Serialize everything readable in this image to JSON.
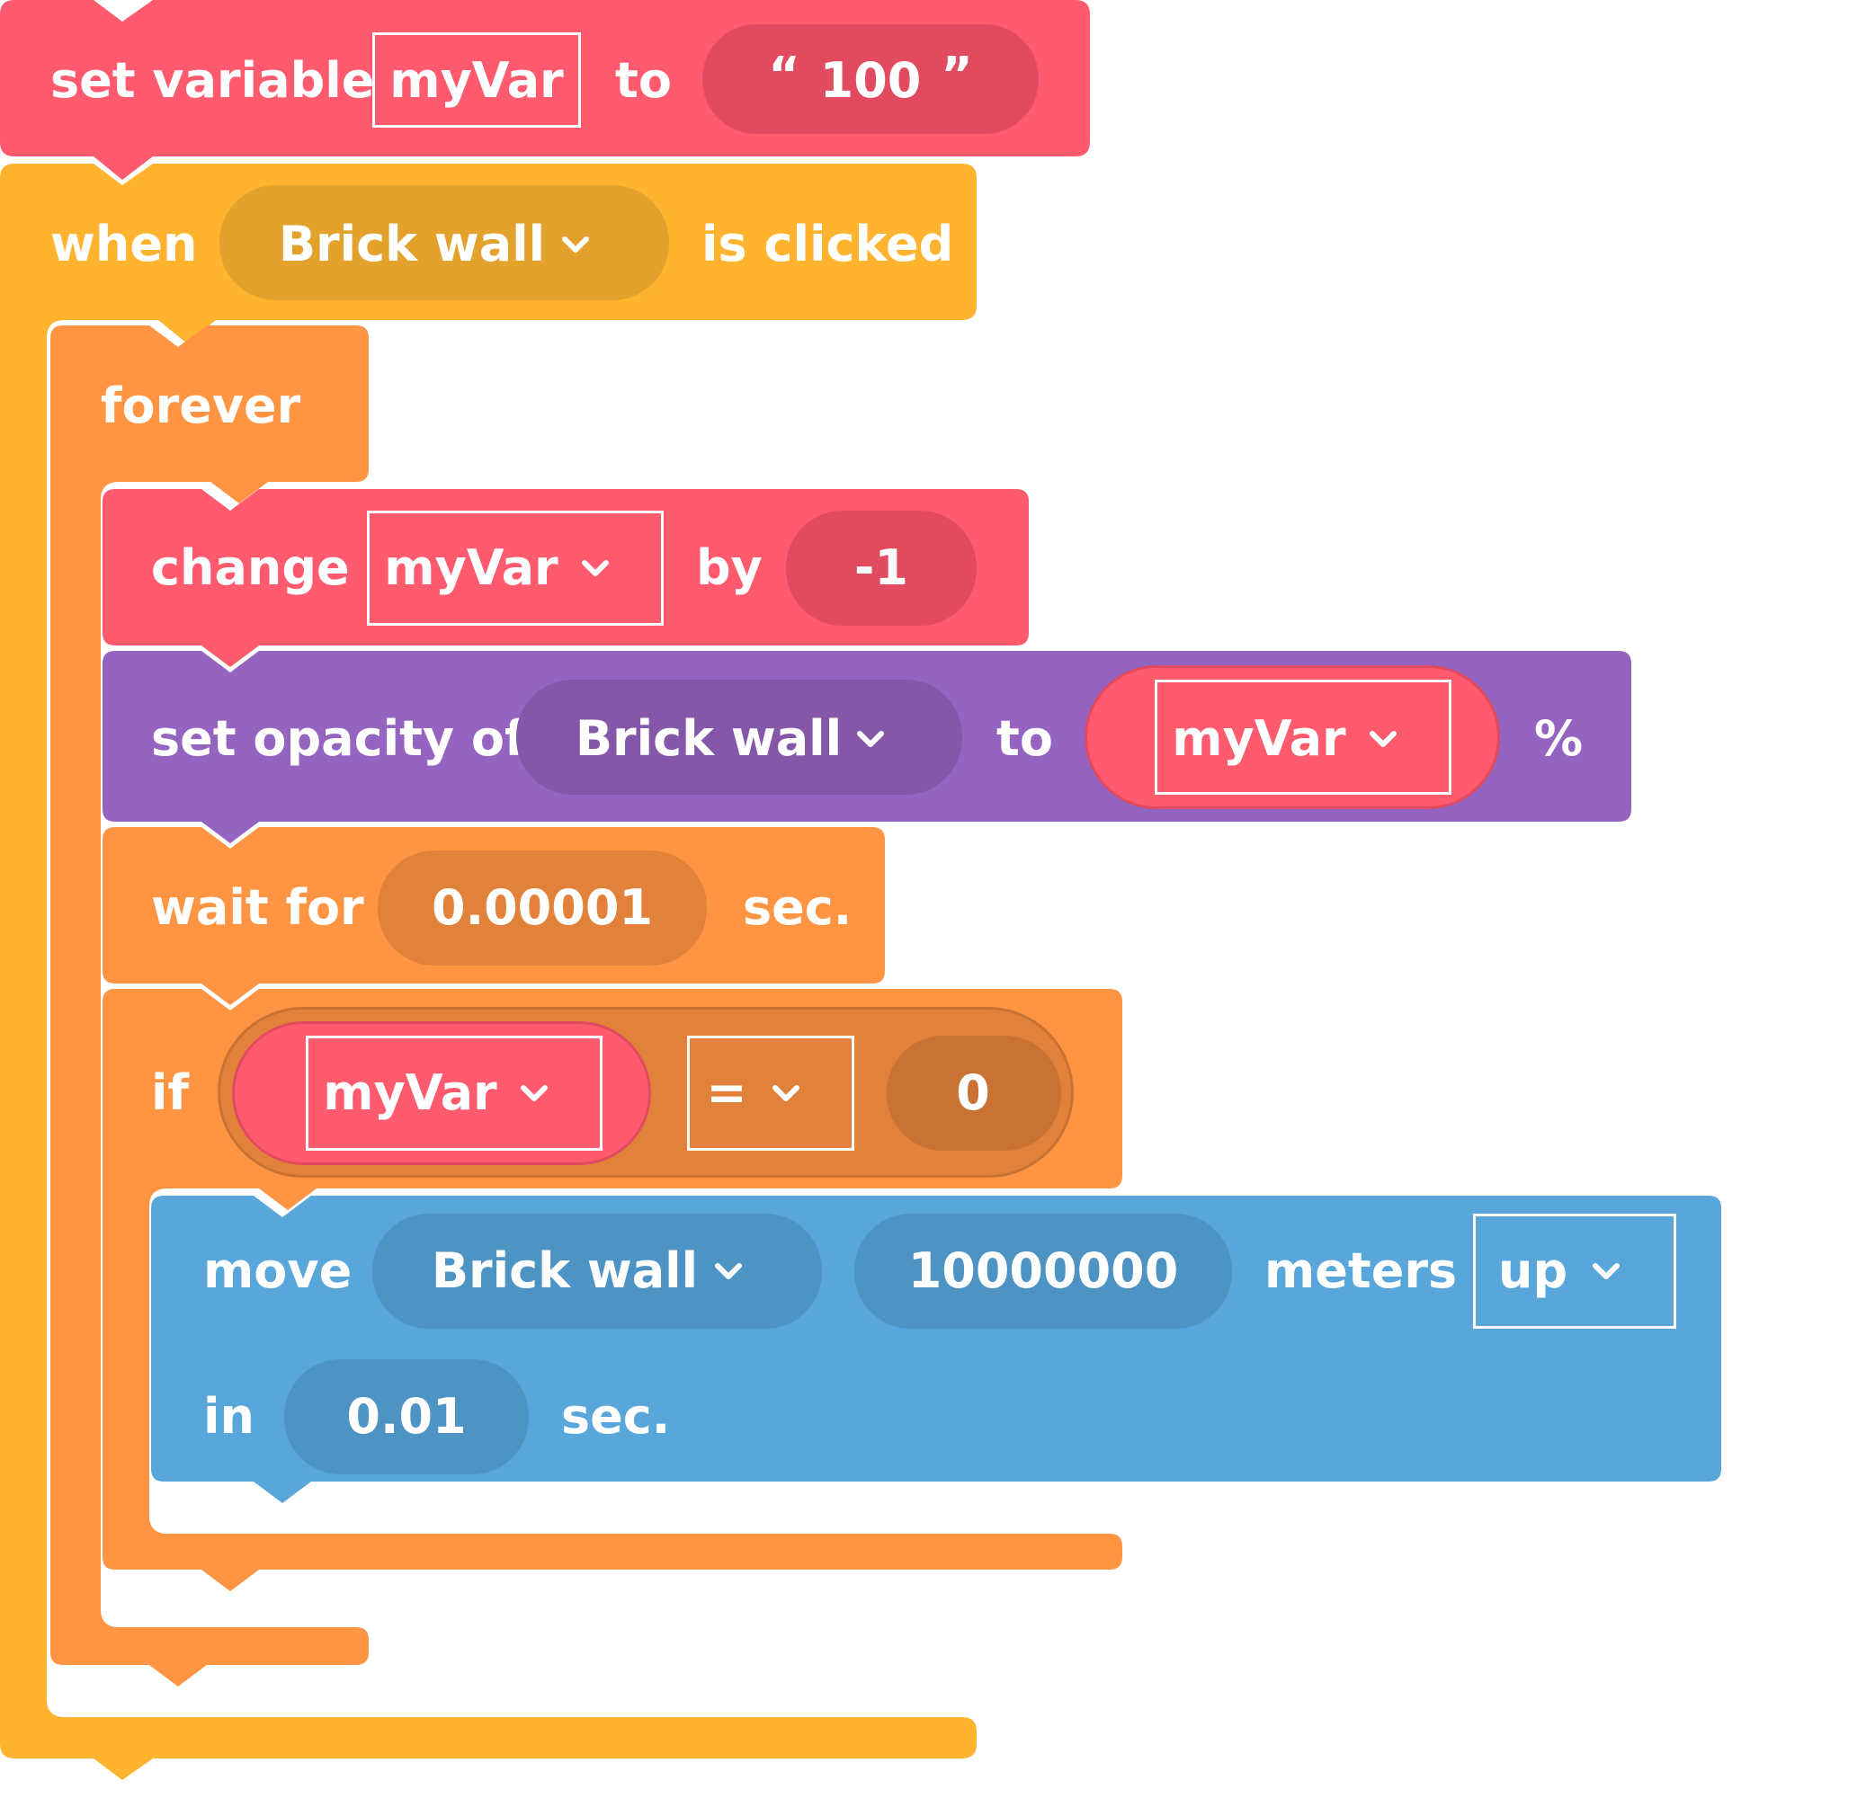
{
  "colors": {
    "variables": "#ff5a6e",
    "variables_inner": "#e24b5f",
    "events": "#ffb32e",
    "events_inner": "#e2a22c",
    "control": "#ff9442",
    "control_inner": "#e2823a",
    "control_deep": "#c87234",
    "looks": "#9564c0",
    "looks_inner": "#8457a8",
    "motion": "#58a6da",
    "motion_inner": "#4d93c4",
    "text": "#ffffff"
  },
  "icons": {
    "dropdown": "chevron-down-icon",
    "quotes": "quote-marks"
  },
  "blocks": {
    "set_variable": {
      "label": "set variable",
      "variable": "myVar",
      "to_label": "to",
      "open_quote": "“",
      "value": "100",
      "close_quote": "”"
    },
    "when_clicked": {
      "label": "when",
      "target": "Brick wall",
      "suffix": "is clicked"
    },
    "forever": {
      "label": "forever"
    },
    "change_variable": {
      "label": "change",
      "variable": "myVar",
      "by_label": "by",
      "amount": "-1"
    },
    "set_opacity": {
      "label": "set opacity of",
      "target": "Brick wall",
      "to_label": "to",
      "variable": "myVar",
      "unit": "%"
    },
    "wait": {
      "label": "wait for",
      "seconds": "0.00001",
      "unit": "sec."
    },
    "if_block": {
      "label": "if",
      "left_variable": "myVar",
      "operator": "=",
      "right_value": "0"
    },
    "move": {
      "label": "move",
      "target": "Brick wall",
      "distance": "10000000",
      "distance_unit": "meters",
      "direction": "up",
      "in_label": "in",
      "duration": "0.01",
      "duration_unit": "sec."
    }
  }
}
